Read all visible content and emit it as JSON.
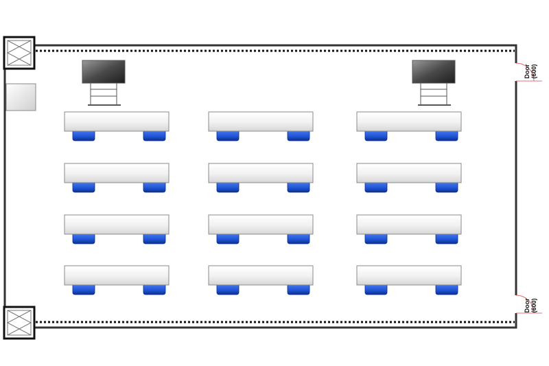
{
  "plan": {
    "doors": [
      {
        "label": "Door",
        "size": "(600)"
      },
      {
        "label": "Door",
        "size": "(600)"
      }
    ],
    "rows": 4,
    "columns": 3,
    "chairs_per_table": 2,
    "screens": 2,
    "colors": {
      "wall": "#333333",
      "chair": "#1f55d6",
      "chair_dark": "#0c2f8a",
      "table_light": "#ffffff",
      "table_shade": "#d9d9d9",
      "screen_light": "#8a8a8a",
      "screen_dark": "#2e2e2e",
      "door_arc": "#e04040"
    }
  }
}
